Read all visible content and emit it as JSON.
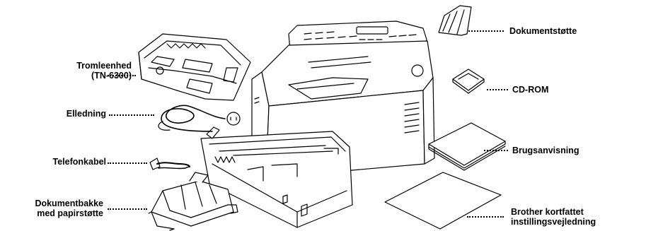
{
  "labels": {
    "drum_unit": "Tromleenhed",
    "drum_unit_model": "(TN-6300)",
    "power_cord": "Elledning",
    "telephone_cable": "Telefonkabel",
    "document_tray_line1": "Dokumentbakke",
    "document_tray_line2": "med papirstøtte",
    "document_support": "Dokumentstøtte",
    "cd_rom": "CD-ROM",
    "user_guide": "Brugsanvisning",
    "quick_setup_line1": "Brother kortfattet",
    "quick_setup_line2": "instillingsvejledning"
  },
  "style": {
    "line_color": "#000000",
    "background": "#ffffff"
  }
}
